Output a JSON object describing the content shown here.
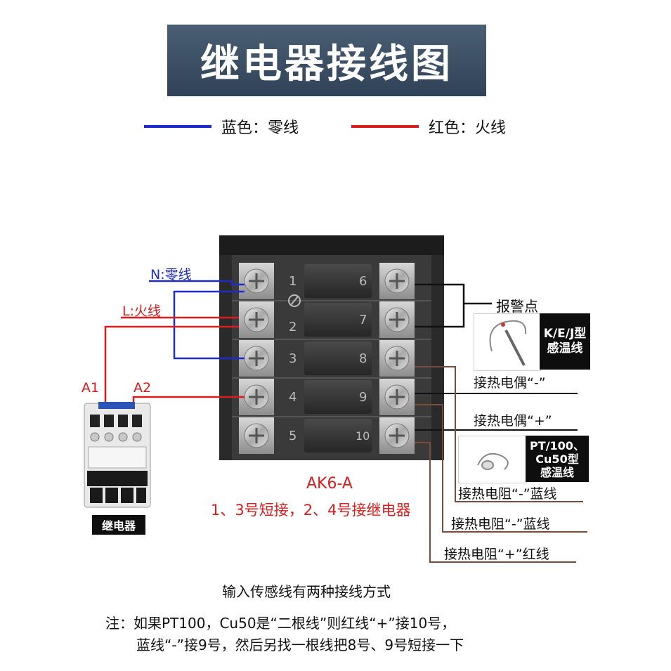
{
  "title": "继电器接线图",
  "legend": {
    "blue": {
      "text": "蓝色：零线",
      "color": "#1f2cc8"
    },
    "red": {
      "text": "红色：火线",
      "color": "#d91c1c"
    }
  },
  "wire_labels": {
    "neutral": "N:零线",
    "live": "L:火线",
    "a1": "A1",
    "a2": "A2"
  },
  "terminals": {
    "left": [
      "1",
      "2",
      "3",
      "4",
      "5"
    ],
    "right": [
      "6",
      "7",
      "8",
      "9",
      "10"
    ]
  },
  "model": "AK6-A",
  "instruction": "1、3号短接，2、4号接继电器",
  "relay_label": "继电器",
  "alarm_label": "报警点",
  "thermocouple_tag": {
    "line1": "K/E/J型",
    "line2": "感温线"
  },
  "rtd_tag": {
    "line1": "PT/100、",
    "line2": "Cu50型",
    "line3": "感温线"
  },
  "thermocouple_minus": "接热电偶“-”",
  "thermocouple_plus": "接热电偶“+”",
  "rtd_minus_1": "接热电阻“-”蓝线",
  "rtd_minus_2": "接热电阻“-”蓝线",
  "rtd_plus": "接热电阻“+”红线",
  "notes": {
    "line1": "输入传感线有两种接线方式",
    "line2": "注：如果PT100，Cu50是“二根线”则红线“+”接10号，",
    "line3": "蓝线“-”接9号，然后另找一根线把8号、9号短接一下"
  },
  "colors": {
    "blue": "#1f2cc8",
    "red": "#d91c1c",
    "brown": "#7a4a3a",
    "title_bg": "#3a4e63"
  }
}
